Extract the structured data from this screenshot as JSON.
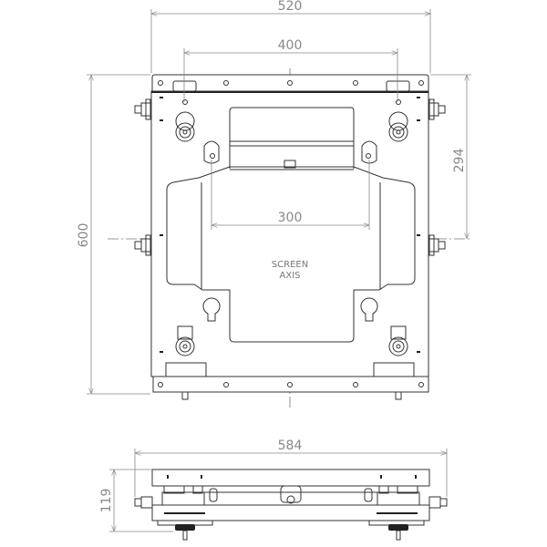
{
  "drawing": {
    "dimensions": {
      "overall_width": "520",
      "hole_spacing_top": "400",
      "hook_spacing": "300",
      "overall_height": "600",
      "center_height": "294",
      "side_width": "584",
      "side_depth": "119"
    },
    "label": {
      "line1": "SCREEN",
      "line2": "AXIS"
    },
    "colors": {
      "line": "#333333",
      "dimension": "#888888"
    }
  }
}
